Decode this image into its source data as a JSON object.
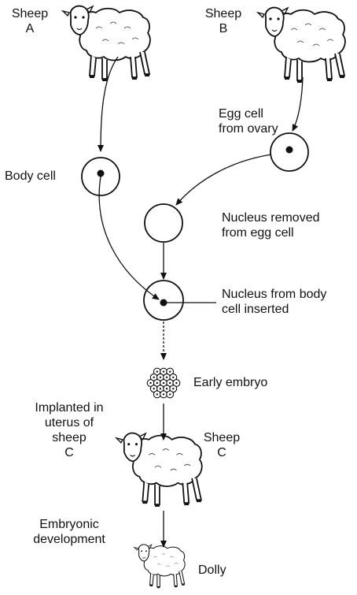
{
  "labels": {
    "sheep_a": [
      "Sheep",
      "A"
    ],
    "sheep_b": [
      "Sheep",
      "B"
    ],
    "egg_cell": [
      "Egg cell",
      "from ovary"
    ],
    "body_cell": "Body cell",
    "nucleus_removed": [
      "Nucleus removed",
      "from egg cell"
    ],
    "nucleus_inserted": [
      "Nucleus from body",
      "cell inserted"
    ],
    "early_embryo": "Early embryo",
    "implanted": [
      "Implanted in",
      "uterus of",
      "sheep",
      "C"
    ],
    "sheep_c": [
      "Sheep",
      "C"
    ],
    "embryonic_dev": [
      "Embryonic",
      "development"
    ],
    "dolly": "Dolly"
  },
  "colors": {
    "ink": "#111111",
    "wool": "#ffffff"
  }
}
